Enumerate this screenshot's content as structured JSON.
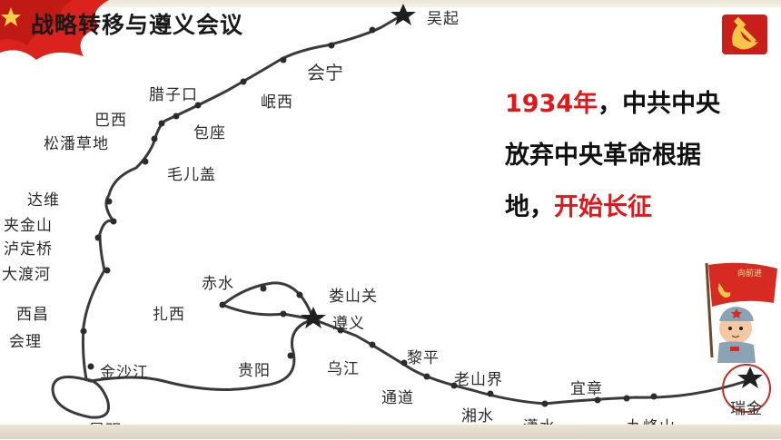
{
  "slide": {
    "title": "战略转移与遵义会议",
    "body": {
      "red_year": "1934年",
      "line1_rest": "，中共中央",
      "line2": "放弃中央革命根据",
      "line3_start": "地，",
      "red_phrase": "开始长征"
    }
  },
  "map": {
    "places": {
      "wuqi": "吴起",
      "huining": "会宁",
      "minxian": "岷西",
      "lazikou": "腊子口",
      "baxi": "巴西",
      "baozuo": "包座",
      "caodi": "松潘草地",
      "maoergai": "毛儿盖",
      "dawei": "达维",
      "jiajinshan": "夹金山",
      "ludingqiao": "泸定桥",
      "daduhe": "大渡河",
      "xichang": "西昌",
      "huili": "会理",
      "jinshajiang": "金沙江",
      "kunming": "昆明",
      "chishui": "赤水",
      "zhaxi": "扎西",
      "loushanguan": "娄山关",
      "zunyi": "遵义",
      "guiyang": "贵阳",
      "wujiang": "乌江",
      "liping": "黎平",
      "tongdao": "通道",
      "laoshanjie": "老山界",
      "xiangshui": "湘水",
      "xiaoshui": "潇水",
      "yizhang": "宜章",
      "jiufengshan": "九峰山",
      "ruijin": "瑞金"
    }
  },
  "decor": {
    "flag_text": "向前进"
  }
}
